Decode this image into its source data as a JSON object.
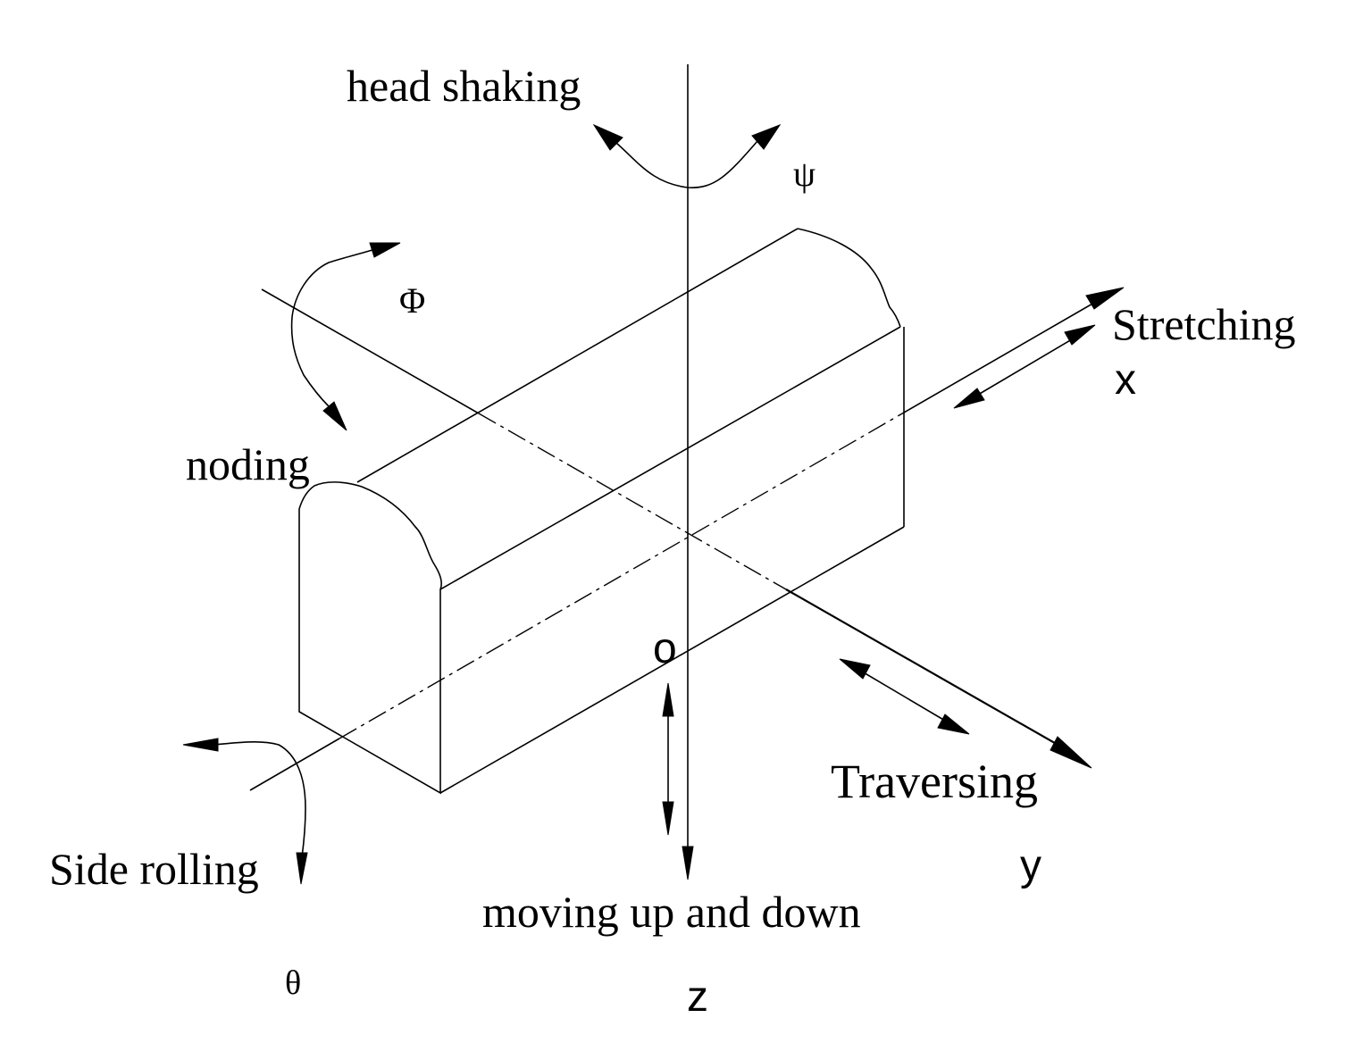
{
  "labels": {
    "head_shaking": "head shaking",
    "psi": "ψ",
    "phi": "Φ",
    "noding": "noding",
    "stretching": "Stretching",
    "x_axis": "x",
    "origin": "o",
    "traversing": "Traversing",
    "y_axis": "y",
    "side_rolling": "Side rolling",
    "theta": "θ",
    "moving_up_down": "moving up and down",
    "z_axis": "z"
  }
}
